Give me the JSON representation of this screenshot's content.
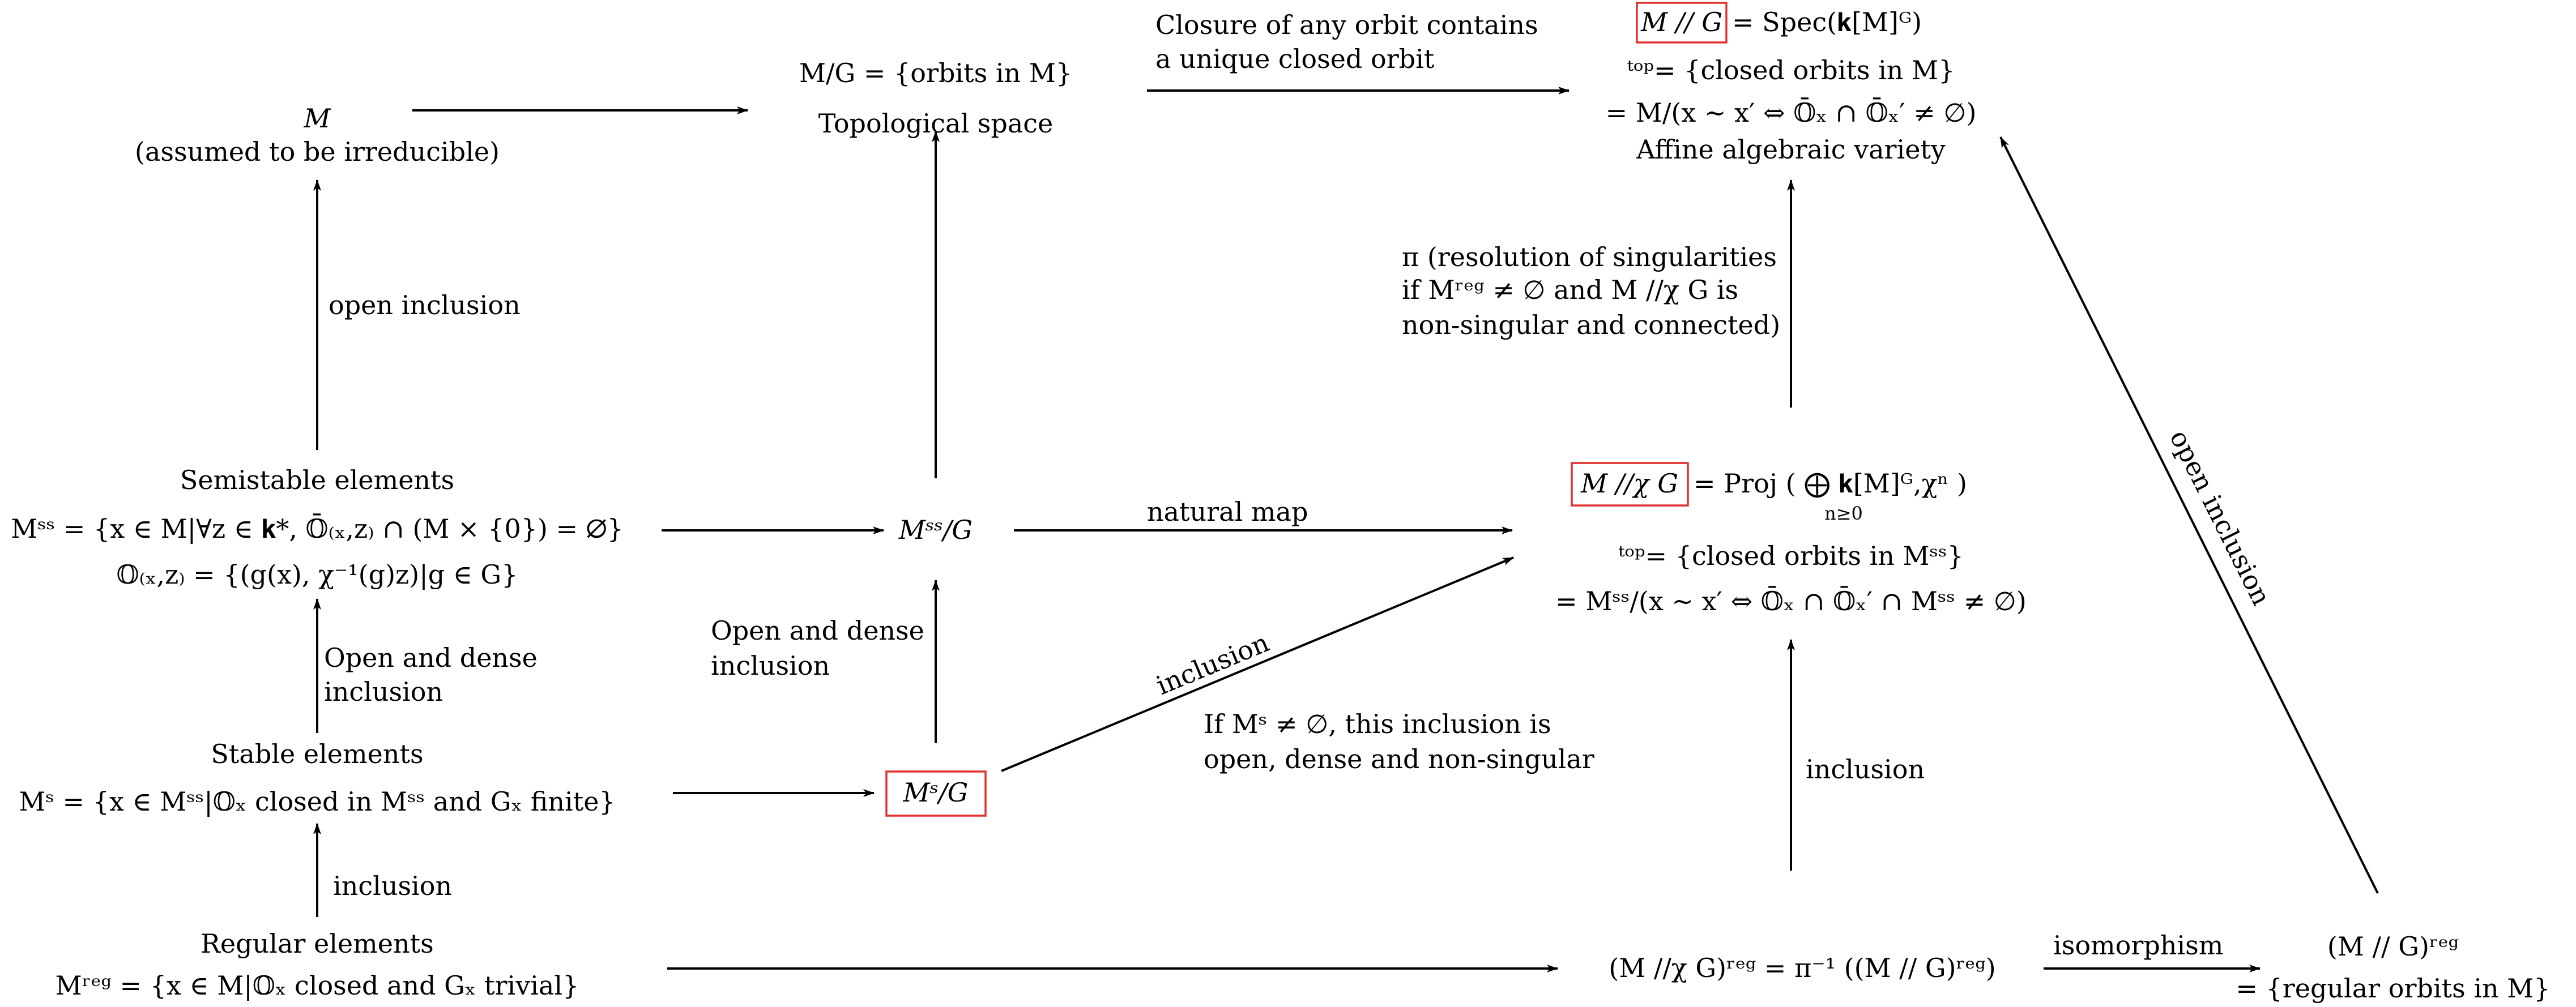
{
  "colors": {
    "line": "#000000",
    "highlight_box": "#e03030",
    "text": "#000000"
  },
  "nodes": {
    "m": {
      "line1": "M",
      "line2": "(assumed to be irreducible)"
    },
    "mg": {
      "line1": "M/G = {orbits in M}",
      "line2": "Topological space"
    },
    "gitq": {
      "line1_boxed": "M ∕∕ G",
      "line1_rest": "= Spec(𝐤[M]ᴳ)",
      "line2": "ᵗᵒᵖ= {closed orbits in M}",
      "line3": "= M/(x ∼ x′ ⇔ 𝕆̄ₓ ∩ 𝕆̄ₓ′ ≠ ∅)",
      "line4": "Affine algebraic variety"
    },
    "semistable": {
      "line1": "Semistable elements",
      "line2": "Mˢˢ = {x ∈ M|∀z ∈ 𝐤*, 𝕆̄₍ₓ,z₎ ∩ (M × {0}) = ∅}",
      "line3": "𝕆₍ₓ,z₎ = {(g(x), χ⁻¹(g)z)|g ∈ G}"
    },
    "mss_g": {
      "line1": "Mˢˢ/G"
    },
    "gitchi": {
      "line1_boxed": "M ∕∕χ G",
      "line1_rest": "= Proj ( ⨁ 𝐤[M]ᴳ,χⁿ )",
      "line1_sub": "n≥0",
      "line2": "ᵗᵒᵖ= {closed orbits in Mˢˢ}",
      "line3": "= Mˢˢ/(x ∼ x′ ⇔ 𝕆̄ₓ ∩ 𝕆̄ₓ′ ∩ Mˢˢ ≠ ∅)"
    },
    "stable": {
      "line1": "Stable elements",
      "line2": "Mˢ = {x ∈ Mˢˢ|𝕆ₓ closed in Mˢˢ and Gₓ finite}"
    },
    "ms_g": {
      "line1_boxed": "Mˢ/G"
    },
    "regular": {
      "line1": "Regular elements",
      "line2": "Mʳᵉᵍ = {x ∈ M|𝕆ₓ closed and Gₓ trivial}"
    },
    "gitchi_reg": {
      "line1": "(M ∕∕χ G)ʳᵉᵍ = π⁻¹ ((M ∕∕ G)ʳᵉᵍ)"
    },
    "git_reg": {
      "line1": "(M ∕∕ G)ʳᵉᵍ",
      "line2": "= {regular orbits in M}"
    }
  },
  "edge_labels": {
    "closure_1": "Closure of any orbit contains",
    "closure_2": "a unique closed orbit",
    "open_inclusion_left": "open inclusion",
    "pi_1": "π (resolution of singularities",
    "pi_2": "if Mʳᵉᵍ ≠ ∅ and M ∕∕χ G is",
    "pi_3": "non-singular and connected)",
    "natural_map": "natural map",
    "open_dense_1": "Open and dense",
    "open_dense_2": "inclusion",
    "open_dense_mid_1": "Open and dense",
    "open_dense_mid_2": "inclusion",
    "inclusion_diag": "inclusion",
    "if_ms_1": "If Mˢ ≠ ∅, this inclusion is",
    "if_ms_2": "open, dense and non-singular",
    "inclusion_right": "inclusion",
    "inclusion_bottom_left": "inclusion",
    "isomorphism": "isomorphism",
    "open_inclusion_right": "open inclusion"
  }
}
